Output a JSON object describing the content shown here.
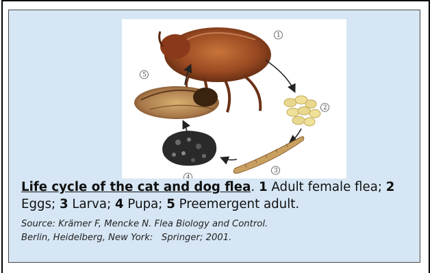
{
  "figure": {
    "stage_numbers": [
      "1",
      "2",
      "3",
      "4",
      "5"
    ]
  },
  "caption": {
    "title": "Life cycle of the cat and dog flea",
    "title_suffix": ". ",
    "items": [
      {
        "num": "1",
        "text": " Adult female flea; "
      },
      {
        "num": "2",
        "text": " Eggs; "
      },
      {
        "num": "3",
        "text": " Larva; "
      },
      {
        "num": "4",
        "text": " Pupa; "
      },
      {
        "num": "5",
        "text": " Preemergent adult."
      }
    ]
  },
  "source": {
    "line1": "Source: Krämer F, Mencke N. Flea Biology and Control.",
    "line2": "Berlin, Heidelberg, New York:   Springer; 2001."
  },
  "colors": {
    "panel_bg": "#d6e6f4",
    "flea_body": "#9a4a22",
    "eggs": "#e8d890",
    "larva": "#c8a060"
  }
}
